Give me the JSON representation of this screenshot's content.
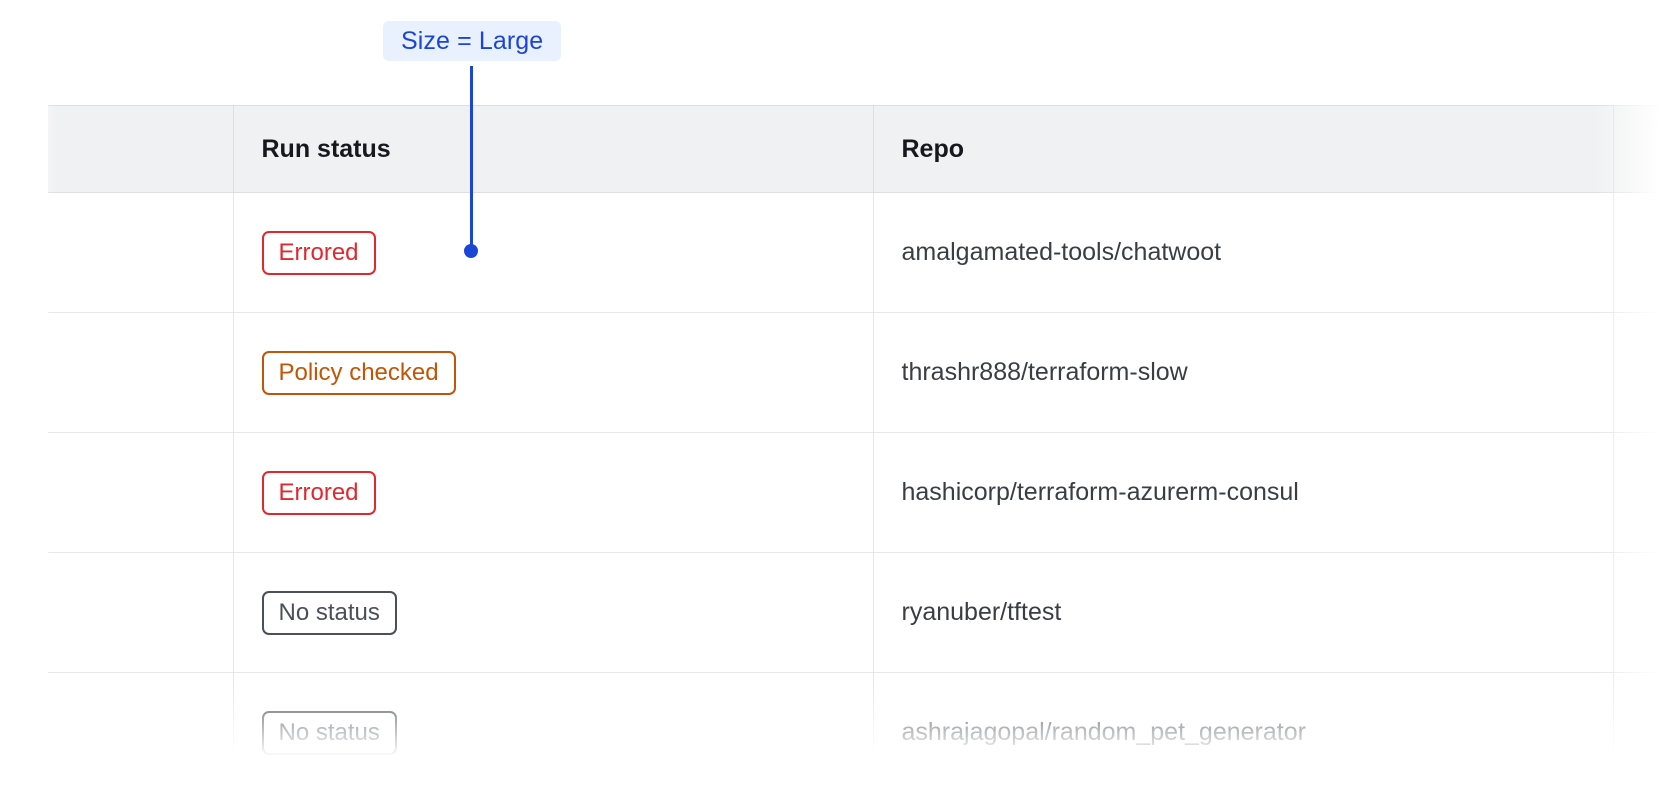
{
  "annotation": {
    "label": "Size = Large",
    "chip_bg": "#e9f0fe",
    "accent_color": "#1b45d7"
  },
  "table": {
    "columns": [
      {
        "key": "lead",
        "label": ""
      },
      {
        "key": "status",
        "label": "Run status"
      },
      {
        "key": "repo",
        "label": "Repo"
      },
      {
        "key": "tail",
        "label": ""
      }
    ],
    "rows": [
      {
        "status": "Errored",
        "status_kind": "errored",
        "repo": "amalgamated-tools/chatwoot"
      },
      {
        "status": "Policy checked",
        "status_kind": "policy",
        "repo": "thrashr888/terraform-slow"
      },
      {
        "status": "Errored",
        "status_kind": "errored",
        "repo": "hashicorp/terraform-azurerm-consul"
      },
      {
        "status": "No status",
        "status_kind": "none",
        "repo": "ryanuber/tftest"
      },
      {
        "status": "No status",
        "status_kind": "none",
        "repo": "ashrajagopal/random_pet_generator"
      }
    ],
    "colors": {
      "header_bg": "#f0f1f2",
      "header_text": "#16181d",
      "cell_text": "#3b3d45",
      "border": "#e4e6e8",
      "errored": "#e0282e",
      "policy_checked": "#c25608",
      "no_status": "#4a4f59"
    }
  }
}
